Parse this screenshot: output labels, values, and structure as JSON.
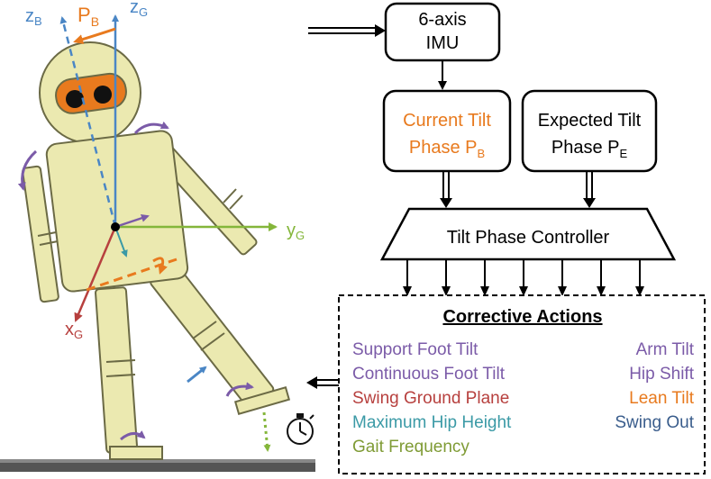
{
  "colors": {
    "orange": "#e87a1e",
    "blue": "#4a86c5",
    "green": "#84b63a",
    "red": "#b7403e",
    "purple": "#7b5ba8",
    "teal": "#3b9aa6",
    "olive": "#7f9b35",
    "navy": "#3a5d8c",
    "body_fill": "#ebe9b0",
    "body_stroke": "#6b6a45",
    "ground": "#555555"
  },
  "figure": {
    "axes": {
      "z_b": {
        "main": "z",
        "sub": "B"
      },
      "z_g": {
        "main": "z",
        "sub": "G"
      },
      "p_b": {
        "main": "P",
        "sub": "B"
      },
      "y_g": {
        "main": "y",
        "sub": "G"
      },
      "x_g": {
        "main": "x",
        "sub": "G"
      }
    },
    "icons": [
      "curved-arrow-icon",
      "stopwatch-icon"
    ]
  },
  "diagram": {
    "imu": {
      "line1": "6-axis",
      "line2": "IMU"
    },
    "current_tilt": {
      "line1": "Current Tilt",
      "line2_main": "Phase P",
      "line2_sub": "B"
    },
    "expected_tilt": {
      "line1": "Expected Tilt",
      "line2_main": "Phase P",
      "line2_sub": "E"
    },
    "controller": {
      "label": "Tilt Phase Controller"
    },
    "corrective": {
      "title": "Corrective Actions",
      "left": [
        {
          "text": "Support Foot Tilt",
          "color": "#7b5ba8"
        },
        {
          "text": "Continuous Foot Tilt",
          "color": "#7b5ba8"
        },
        {
          "text": "Swing Ground Plane",
          "color": "#b7403e"
        },
        {
          "text": "Maximum Hip Height",
          "color": "#3b9aa6"
        },
        {
          "text": "Gait Frequency",
          "color": "#7f9b35"
        }
      ],
      "right": [
        {
          "text": "Arm Tilt",
          "color": "#7b5ba8"
        },
        {
          "text": "Hip Shift",
          "color": "#7b5ba8"
        },
        {
          "text": "Lean Tilt",
          "color": "#e87a1e"
        },
        {
          "text": "Swing Out",
          "color": "#3a5d8c"
        }
      ]
    }
  }
}
